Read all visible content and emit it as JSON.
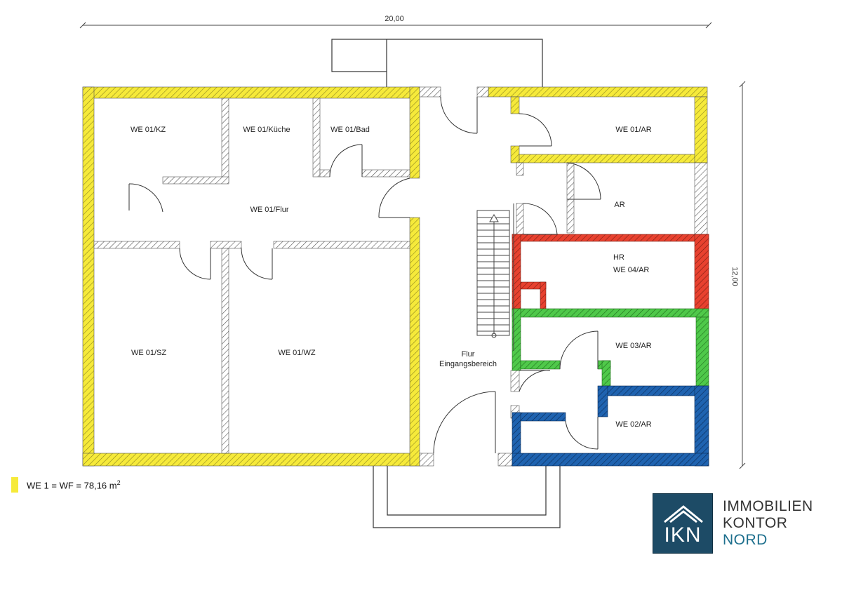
{
  "dimensions": {
    "width": "20,00",
    "height": "12,00"
  },
  "rooms": {
    "we01_kz": "WE 01/KZ",
    "we01_kueche": "WE 01/Küche",
    "we01_bad": "WE 01/Bad",
    "we01_flur": "WE 01/Flur",
    "we01_sz": "WE 01/SZ",
    "we01_wz": "WE 01/WZ",
    "flur_line1": "Flur",
    "flur_line2": "Eingangsbereich",
    "we01_ar": "WE 01/AR",
    "ar": "AR",
    "hr": "HR",
    "we04_ar": "WE 04/AR",
    "we03_ar": "WE 03/AR",
    "we02_ar": "WE 02/AR"
  },
  "legend": {
    "text": "WE 1 = WF = 78,16 m",
    "superscript": "2"
  },
  "logo": {
    "abbr": "IKN",
    "line1": "IMMOBILIEN",
    "line2": "KONTOR",
    "line3": "NORD"
  },
  "colors": {
    "we1": "#f6ea3a",
    "we4": "#e8412f",
    "we3": "#4fc94a",
    "we2": "#1f63b0",
    "logo_bg": "#1d4b66",
    "logo_accent": "#1d6f8d"
  }
}
